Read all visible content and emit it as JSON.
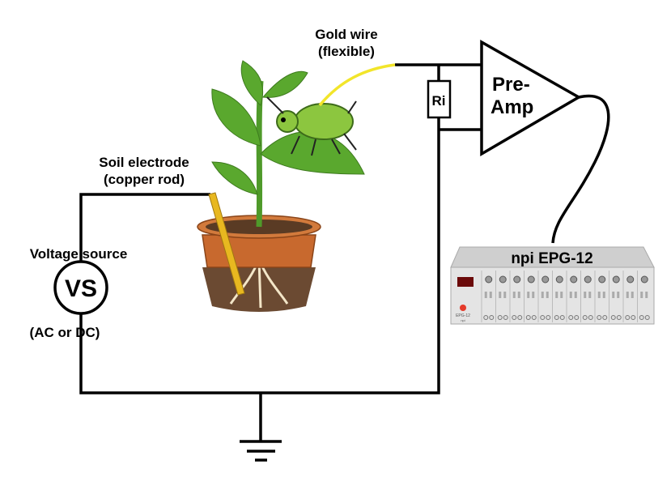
{
  "labels": {
    "gold_wire": "Gold wire",
    "gold_wire_sub": "(flexible)",
    "soil_electrode": "Soil electrode",
    "soil_electrode_sub": "(copper rod)",
    "voltage_source": "Voltage source",
    "vs_symbol": "VS",
    "vs_type": "(AC or DC)",
    "resistor": "Ri",
    "preamp_line1": "Pre-",
    "preamp_line2": "Amp",
    "device": "npi EPG-12",
    "device_panel_model": "EPG-12",
    "device_panel_brand": "npi"
  },
  "colors": {
    "wire": "#000000",
    "gold_wire": "#f2e52a",
    "copper_rod": "#e8b820",
    "leaf": "#5aa82e",
    "pot": "#c8692e",
    "device_body": "#d9d9d9"
  },
  "device_channels": 12
}
